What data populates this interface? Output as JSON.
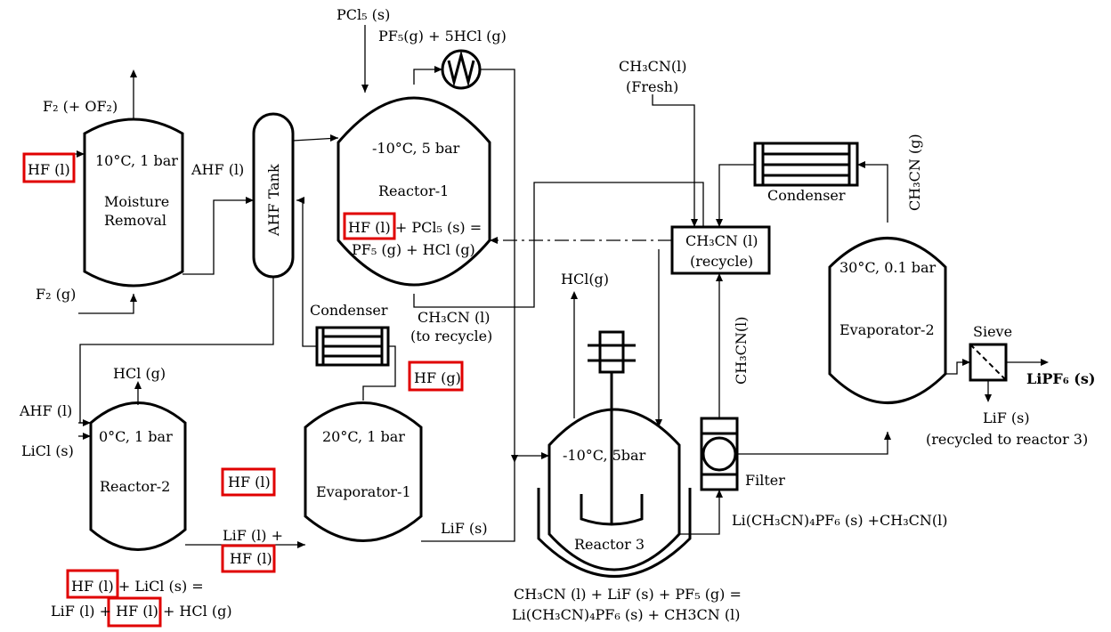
{
  "streams": {
    "pcl5_in": "PCl₅ (s)",
    "pf5_hcl_out": "PF₅(g) + 5HCl (g)",
    "f2_of2_out": "F₂ (+ OF₂)",
    "hf_in": "HF (l)",
    "f2_in": "F₂ (g)",
    "ahf_1": "AHF (l)",
    "ahf_2": "AHF (l)",
    "licl_in": "LiCl (s)",
    "hcl_reactor2": "HCl (g)",
    "hf_mid": "HF (l)",
    "hf_gas": "HF (g)",
    "lif_hf_line1": "LiF (l) +",
    "lif_hf_line2": "HF (l)",
    "lif_s": "LiF (s)",
    "ch3cn_to_recycle_1": "CH₃CN (l)",
    "ch3cn_to_recycle_2": "(to recycle)",
    "ch3cn_fresh_1": "CH₃CN(l)",
    "ch3cn_fresh_2": "(Fresh)",
    "hcl_reactor3": "HCl(g)",
    "ch3cn_l_vertical": "CH₃CN(l)",
    "ch3cn_g_vertical": "CH₃CN (g)",
    "filter_out": "Li(CH₃CN)₄PF₆ (s) +CH₃CN(l)",
    "lipf6_product": "LiPF₆ (s)",
    "lif_recycle_1": "LiF (s)",
    "lif_recycle_2": "(recycled to reactor 3)"
  },
  "units": {
    "moisture_removal": {
      "condition": "10°C, 1 bar",
      "name_1": "Moisture",
      "name_2": "Removal"
    },
    "ahf_tank": {
      "name": "AHF Tank"
    },
    "reactor1": {
      "condition": "-10°C, 5 bar",
      "name": "Reactor-1",
      "eq_1": "HF (l) + PCl₅ (s) =",
      "eq_2": "PF₅ (g) + HCl (g)"
    },
    "reactor2": {
      "condition": "0°C, 1 bar",
      "name": "Reactor-2",
      "eq_1": "HF (l) + LiCl (s) =",
      "eq_2": "LiF (l) + HF (l) + HCl (g)"
    },
    "evaporator1": {
      "condition": "20°C, 1 bar",
      "name": "Evaporator-1"
    },
    "condenser1": {
      "name": "Condenser"
    },
    "condenser2": {
      "name": "Condenser"
    },
    "recycle_tank": {
      "name_1": "CH₃CN (l)",
      "name_2": "(recycle)"
    },
    "reactor3": {
      "condition": "-10°C, 5bar",
      "name": "Reactor 3",
      "eq_1": "CH₃CN (l) + LiF (s) + PF₅ (g) =",
      "eq_2": "Li(CH₃CN)₄PF₆ (s) + CH3CN (l)"
    },
    "filter": {
      "name": "Filter"
    },
    "evaporator2": {
      "condition": "30°C, 0.1 bar",
      "name": "Evaporator-2"
    },
    "sieve": {
      "name": "Sieve"
    }
  },
  "colors": {
    "highlight": "#e00000",
    "line": "#000000"
  }
}
